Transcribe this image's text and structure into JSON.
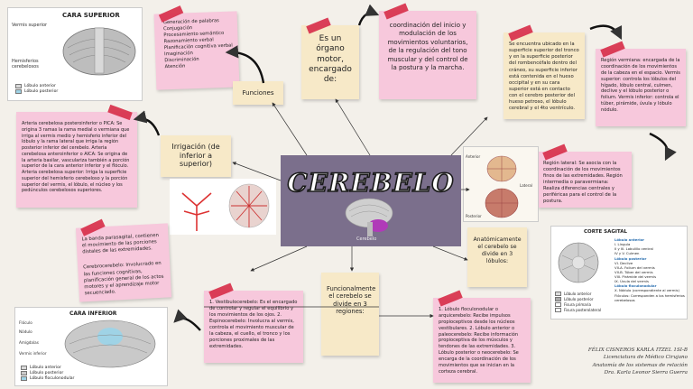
{
  "title": "CEREBELO",
  "center_caption": "Cerebelo",
  "cara_superior": {
    "title": "CARA SUPERIOR",
    "labels": [
      "Vermis superior",
      "Hemisferios cerebelosos"
    ],
    "legend": [
      "Lóbulo anterior",
      "Lóbulo posterior"
    ]
  },
  "funciones_label": "Funciones",
  "funciones_list": [
    "Generación de palabras",
    "Conjugación",
    "Procesamiento semántico",
    "Razonamiento verbal",
    "Planificación cognitiva verbal",
    "Imaginación",
    "Discriminación",
    "Atención"
  ],
  "organo": "Es un órgano motor, encargado de:",
  "coordinacion": "coordinación del inicio y modulación de los movimientos voluntarios, de la regulación del tono muscular y del control de la postura y la marcha.",
  "ubicacion": "Se encuentra ubicado en la superficie superior del tronco y en la superficie posterior del rombencéfalo dentro del cráneo, su superficie inferior está contenida en el hueso occipital y en su cara superior está en contacto con el cerebro posterior del hueso petroso, el lóbulo cerebral y el 4to ventrículo.",
  "regiones": "Región vermiana: encargada de la coordinación de los movimientos de la cabeza en el espacio. Vermis superior: controla los lóbulos del hígado, lóbulo central, culmen, declive y el lóbulo posterior o folium. Vermis inferior: controla el túber, pirámide, úvula y lóbulo nódulo.",
  "regiones_lateral": "Región lateral: Se asocia con la coordinación de los movimientos finos de las extremidades. Región intermedia o paravermiana: Realiza diferencias centrales y periféricas para el control de la postura.",
  "irrigacion": "Irrigación (de inferior a superior)",
  "arterias": "Arteria cerebelosa posteroinferior o PICA: Se origina 3 ramas la rama medial o vermiana que irriga al vermis medio y hemisferio inferior del lóbulo y la rama lateral que irriga la región posterior inferior del cerebelo. Arteria cerebelosa anteroinferior o AICA: Se origina de la arteria basilar, vasculariza también a porción superior de la cara anterior inferior y el flóculo. Arteria cerebelosa superior: Irriga la superficie superior del hemisferio cerebeloso y la porción superior del vermis, el lóbulo, el núcleo y los pedúnculos cerebelosos superiores.",
  "cara_lateral_labels": [
    "Anterior",
    "Lateral",
    "Posterior"
  ],
  "fibras": "La banda parasagital, contienen el movimiento de las porciones distales de las extremidades.",
  "cerebrocerebelo": "Cerebrocerebelo: Involucrado en las funciones cognitivas, planificación general de los actos motores y el aprendizaje motor secuenciado.",
  "vestibulo": "1. Vestibulocerebelo: Es el encargado de controlar y regular el equilibrio y los movimientos de los ojos. 2. Espinocerebelo: Involucra al vermis, controla el movimiento muscular de la cabeza, el cuello, el tronco y los porciones proximales de las extremidades.",
  "funcional": "Funcionalmente el cerebelo se divide en 3 regiones:",
  "anatomico": "Anatómicamente el cerebelo se divide en 3 lóbulos:",
  "lobulos": "1. Lóbulo floculonodular o arquicerebelo: Recibe impulsos propioceptivos desde los núcleos vestibulares. 2. Lóbulo anterior o paleocerebelo: Recibe información propioceptiva de los músculos y tendones de las extremidades. 3. Lóbulo posterior o neocerebelo: Se encarga de la coordinación de los movimientos que se inician en la corteza cerebral.",
  "cara_inferior": {
    "title": "CARA INFERIOR",
    "labels": [
      "Flóculo",
      "Nódulo",
      "Amígdalas",
      "Vermis inferior"
    ],
    "legend": [
      "Lóbulo anterior",
      "Lóbulo posterior",
      "Lóbulo floculonodular"
    ]
  },
  "corte_sagital": {
    "title": "CORTE SAGITAL",
    "groups": [
      {
        "name": "Lóbulo anterior",
        "items": [
          "I. Língula",
          "II y III. Lobulillo central",
          "IV y V. Culmen"
        ]
      },
      {
        "name": "Lóbulo posterior",
        "items": [
          "VI. Declive",
          "VII-A. Folium del vermis",
          "VII-B. Túber del vermis",
          "VIII. Pirámide del vermis",
          "IX. Úvula del vermis"
        ]
      },
      {
        "name": "Lóbulo floculonodular",
        "items": [
          "X. Nódulo (correspondiente al vermis)",
          "Flóculos: Corresponden a los hemisferios cerebelosos"
        ]
      }
    ],
    "legend": [
      "Lóbulo anterior",
      "Lóbulo posterior",
      "Fisura primaria",
      "Fisura posterolateral"
    ]
  },
  "credits": [
    "FÉLIX CISNEROS KARLA ITZEL 1SI-B",
    "Licenciatura de Médico Cirujano",
    "Anatomía de los sistemas de relación",
    "Dra. Karla Leonor Sierra Guerra"
  ],
  "colors": {
    "pink": "#f7c8dc",
    "beige": "#f7e9c8",
    "tape": "#d8354f",
    "title_bg": "#7b6f8c"
  }
}
